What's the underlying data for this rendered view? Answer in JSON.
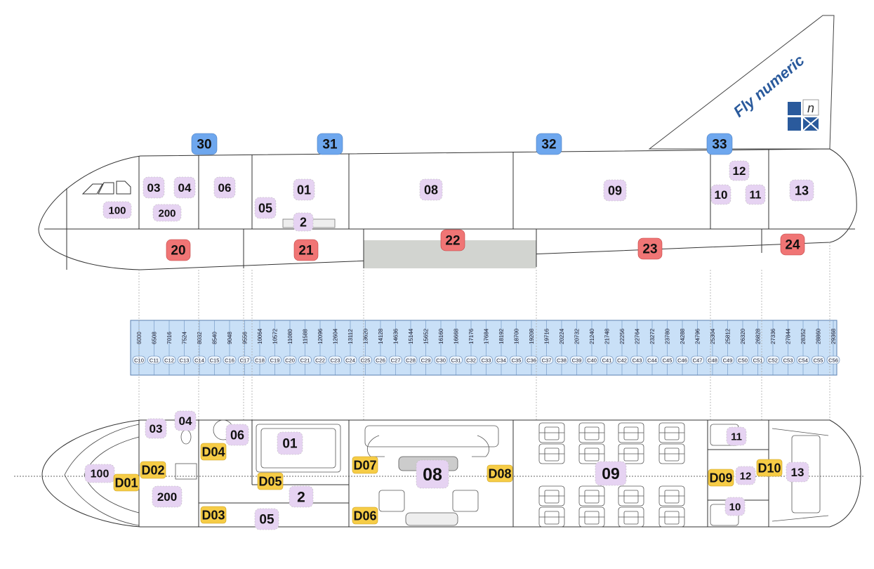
{
  "brand": {
    "tagline": "Fly numeric",
    "logo_letter": "n",
    "logo_color": "#2a5a9c"
  },
  "colors": {
    "purple_zone": "#e6d3f2",
    "blue_zone": "#6ea7ee",
    "red_zone": "#f07575",
    "door": "#f6cc46",
    "frame_band": "#c9e0f7",
    "cargo_door": "#d2d4d0"
  },
  "side_view": {
    "upper_zones": [
      "30",
      "31",
      "32",
      "33"
    ],
    "cabin_zones": [
      "03",
      "04",
      "06",
      "01",
      "05",
      "2",
      "08",
      "09",
      "12",
      "10",
      "11",
      "13",
      "100",
      "200"
    ],
    "lower_zones": [
      "20",
      "21",
      "22",
      "23",
      "24"
    ]
  },
  "frames": [
    {
      "c": "C10",
      "x": "6000"
    },
    {
      "c": "C11",
      "x": "6508"
    },
    {
      "c": "C12",
      "x": "7016"
    },
    {
      "c": "C13",
      "x": "7524"
    },
    {
      "c": "C14",
      "x": "8032"
    },
    {
      "c": "C15",
      "x": "8540"
    },
    {
      "c": "C16",
      "x": "9048"
    },
    {
      "c": "C17",
      "x": "9556"
    },
    {
      "c": "C18",
      "x": "10064"
    },
    {
      "c": "C19",
      "x": "10572"
    },
    {
      "c": "C20",
      "x": "11080"
    },
    {
      "c": "C21",
      "x": "11588"
    },
    {
      "c": "C22",
      "x": "12096"
    },
    {
      "c": "C23",
      "x": "12604"
    },
    {
      "c": "C24",
      "x": "13112"
    },
    {
      "c": "C25",
      "x": "13620"
    },
    {
      "c": "C26",
      "x": "14128"
    },
    {
      "c": "C27",
      "x": "14636"
    },
    {
      "c": "C28",
      "x": "15144"
    },
    {
      "c": "C29",
      "x": "15652"
    },
    {
      "c": "C30",
      "x": "16160"
    },
    {
      "c": "C31",
      "x": "16668"
    },
    {
      "c": "C32",
      "x": "17176"
    },
    {
      "c": "C33",
      "x": "17684"
    },
    {
      "c": "C34",
      "x": "18192"
    },
    {
      "c": "C35",
      "x": "18700"
    },
    {
      "c": "C36",
      "x": "19208"
    },
    {
      "c": "C37",
      "x": "19716"
    },
    {
      "c": "C38",
      "x": "20224"
    },
    {
      "c": "C39",
      "x": "20732"
    },
    {
      "c": "C40",
      "x": "21240"
    },
    {
      "c": "C41",
      "x": "21748"
    },
    {
      "c": "C42",
      "x": "22256"
    },
    {
      "c": "C43",
      "x": "22764"
    },
    {
      "c": "C44",
      "x": "23272"
    },
    {
      "c": "C45",
      "x": "23780"
    },
    {
      "c": "C46",
      "x": "24288"
    },
    {
      "c": "C47",
      "x": "24796"
    },
    {
      "c": "C48",
      "x": "25304"
    },
    {
      "c": "C49",
      "x": "25812"
    },
    {
      "c": "C50",
      "x": "26320"
    },
    {
      "c": "C51",
      "x": "26828"
    },
    {
      "c": "C52",
      "x": "27336"
    },
    {
      "c": "C53",
      "x": "27844"
    },
    {
      "c": "C54",
      "x": "28352"
    },
    {
      "c": "C55",
      "x": "28860"
    },
    {
      "c": "C56",
      "x": "29368"
    }
  ],
  "plan_view": {
    "zones": [
      "03",
      "04",
      "06",
      "01",
      "100",
      "200",
      "2",
      "05",
      "08",
      "09",
      "11",
      "12",
      "10",
      "13"
    ],
    "doors": [
      "D01",
      "D02",
      "D03",
      "D04",
      "D05",
      "D06",
      "D07",
      "D08",
      "D09",
      "D10"
    ]
  }
}
